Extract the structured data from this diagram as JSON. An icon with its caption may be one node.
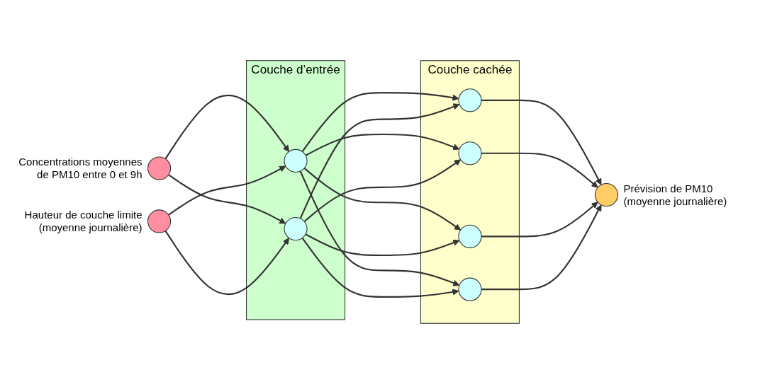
{
  "diagram": {
    "nodes": [
      {
        "text": [],
        "shape": "circle",
        "beside": [
          "Concentrations moyennes de PM10 entre 0 et 9h"
        ]
      },
      {
        "text": [],
        "shape": "circle",
        "beside": [
          "Hauteur de couche limite (moyenne journalière)"
        ]
      },
      {
        "text": [
          "Couche d’entrée"
        ]
      },
      {
        "text": [],
        "shape": "circle",
        "in": 2
      },
      {
        "text": [],
        "shape": "circle",
        "in": 2
      },
      {
        "text": [
          "Couche cachée"
        ]
      },
      {
        "text": [],
        "shape": "circle",
        "in": 5
      },
      {
        "text": [],
        "shape": "circle",
        "in": 5
      },
      {
        "text": [],
        "shape": "circle",
        "in": 5
      },
      {
        "text": [],
        "shape": "circle",
        "in": 5
      },
      {
        "text": [],
        "shape": "circle",
        "beside": [
          "Prévision de PM10 (moyenne journalière)"
        ]
      }
    ],
    "edges": [
      {
        "from": 0,
        "to": 3,
        "arrow": "to"
      },
      {
        "from": 0,
        "to": 4,
        "arrow": "to"
      },
      {
        "from": 1,
        "to": 3,
        "arrow": "to"
      },
      {
        "from": 1,
        "to": 4,
        "arrow": "to"
      },
      {
        "from": 3,
        "to": 6,
        "arrow": "to"
      },
      {
        "from": 3,
        "to": 7,
        "arrow": "to"
      },
      {
        "from": 3,
        "to": 8,
        "arrow": "to"
      },
      {
        "from": 3,
        "to": 9,
        "arrow": "to"
      },
      {
        "from": 4,
        "to": 6,
        "arrow": "to"
      },
      {
        "from": 4,
        "to": 7,
        "arrow": "to"
      },
      {
        "from": 4,
        "to": 8,
        "arrow": "to"
      },
      {
        "from": 4,
        "to": 9,
        "arrow": "to"
      },
      {
        "from": 6,
        "to": 10,
        "arrow": "to"
      },
      {
        "from": 7,
        "to": 10,
        "arrow": "to"
      },
      {
        "from": 8,
        "to": 10,
        "arrow": "to"
      },
      {
        "from": 9,
        "to": 10,
        "arrow": "to"
      }
    ]
  }
}
